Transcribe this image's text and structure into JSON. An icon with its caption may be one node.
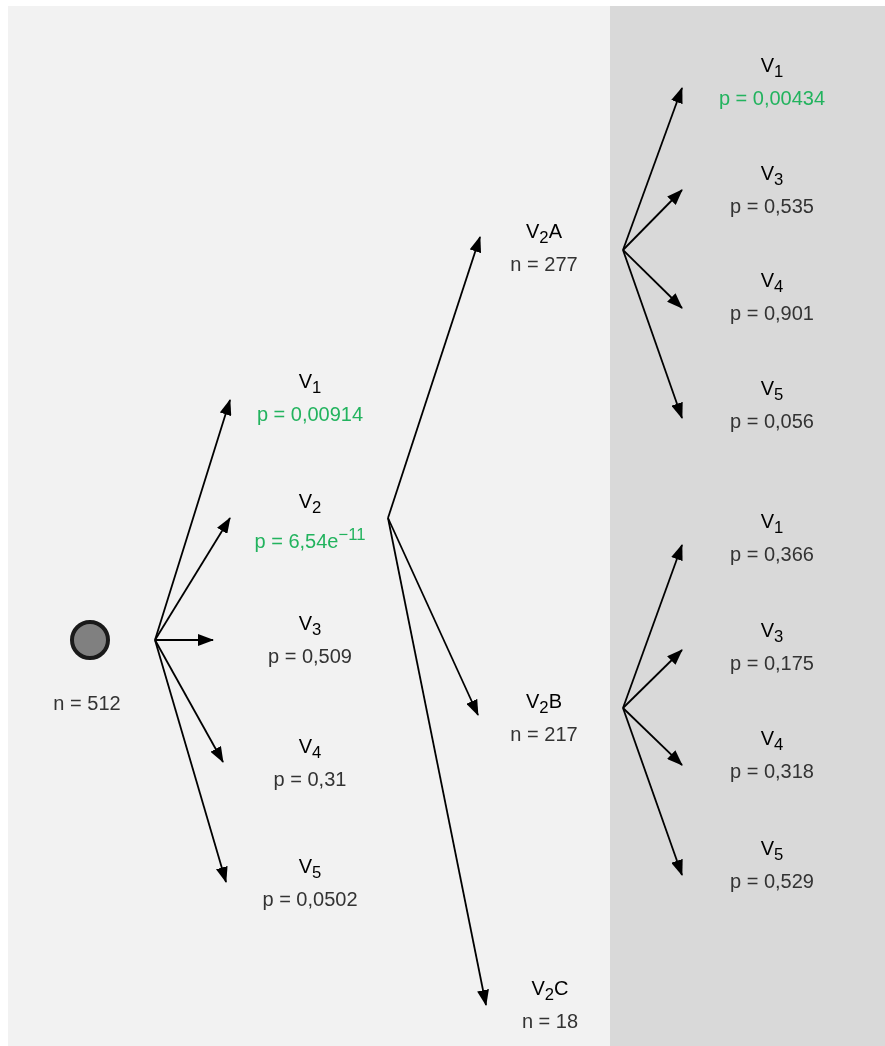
{
  "diagram": {
    "nodes": [
      {
        "text": [],
        "shape": "circle",
        "beside": [
          "n = 512"
        ]
      },
      {
        "text": [
          "V$_{1}$",
          "p = 0,00914"
        ]
      },
      {
        "text": [
          "V$_{2}$",
          "p = 6,54e$^{−11}$"
        ]
      },
      {
        "text": [
          "V$_{3}$",
          "p = 0,509"
        ]
      },
      {
        "text": [
          "V$_{4}$",
          "p = 0,31"
        ]
      },
      {
        "text": [
          "V$_{5}$",
          "p = 0,0502"
        ]
      },
      {
        "text": [
          "V$_{2}$A",
          "n = 277"
        ]
      },
      {
        "text": [
          "V$_{2}$B",
          "n = 217"
        ]
      },
      {
        "text": [
          "V$_{2}$C",
          "n = 18"
        ]
      },
      {
        "text": [
          "V$_{1}$",
          "p = 0,00434"
        ]
      },
      {
        "text": [
          "V$_{3}$",
          "p = 0,535"
        ]
      },
      {
        "text": [
          "V$_{4}$",
          "p = 0,901"
        ]
      },
      {
        "text": [
          "V$_{5}$",
          "p = 0,056"
        ]
      },
      {
        "text": [
          "V$_{1}$",
          "p = 0,366"
        ]
      },
      {
        "text": [
          "V$_{3}$",
          "p = 0,175"
        ]
      },
      {
        "text": [
          "V$_{4}$",
          "p = 0,318"
        ]
      },
      {
        "text": [
          "V$_{5}$",
          "p = 0,529"
        ]
      }
    ],
    "edges": [
      {
        "from": 0,
        "to": 1,
        "arrow": "to"
      },
      {
        "from": 0,
        "to": 2,
        "arrow": "to"
      },
      {
        "from": 0,
        "to": 3,
        "arrow": "to"
      },
      {
        "from": 0,
        "to": 4,
        "arrow": "to"
      },
      {
        "from": 0,
        "to": 5,
        "arrow": "to"
      },
      {
        "from": 2,
        "to": 6,
        "arrow": "to"
      },
      {
        "from": 2,
        "to": 7,
        "arrow": "to"
      },
      {
        "from": 2,
        "to": 8,
        "arrow": "to"
      },
      {
        "from": 6,
        "to": 9,
        "arrow": "to"
      },
      {
        "from": 6,
        "to": 10,
        "arrow": "to"
      },
      {
        "from": 6,
        "to": 11,
        "arrow": "to"
      },
      {
        "from": 6,
        "to": 12,
        "arrow": "to"
      },
      {
        "from": 7,
        "to": 13,
        "arrow": "to"
      },
      {
        "from": 7,
        "to": 14,
        "arrow": "to"
      },
      {
        "from": 7,
        "to": 15,
        "arrow": "to"
      },
      {
        "from": 7,
        "to": 16,
        "arrow": "to"
      }
    ]
  }
}
